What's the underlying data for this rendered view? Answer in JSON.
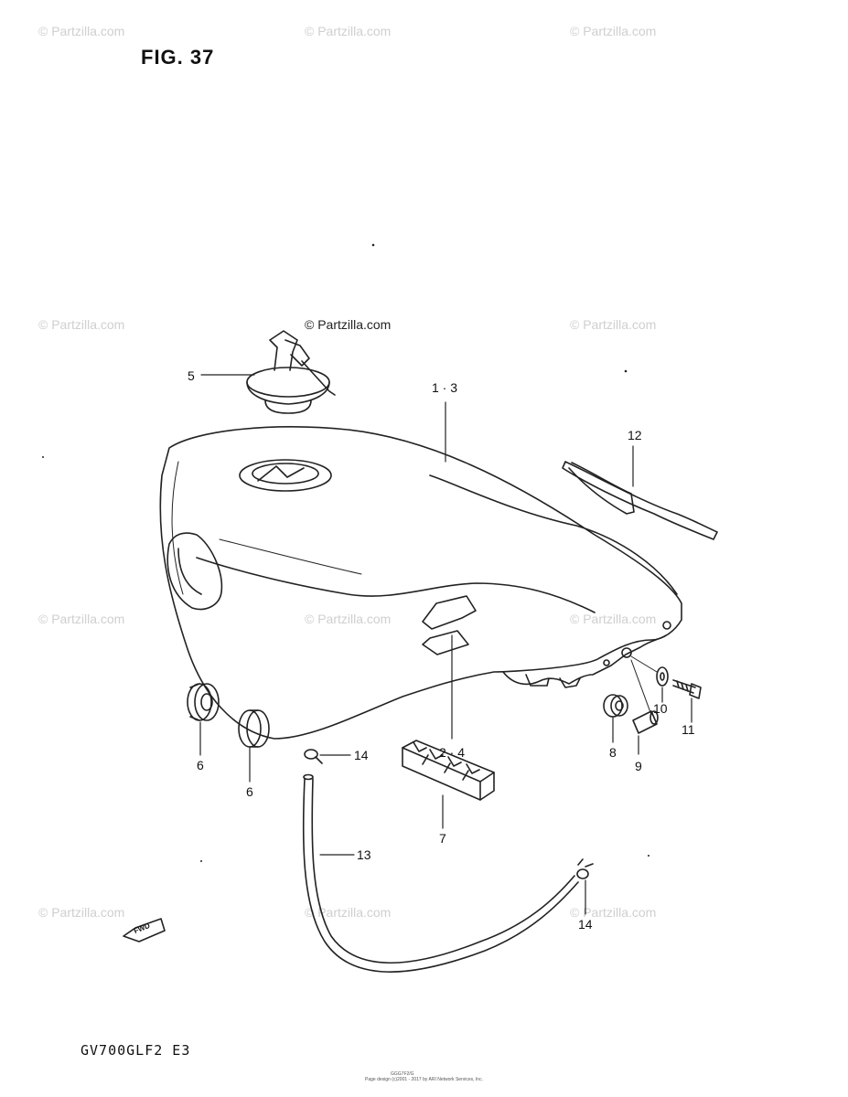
{
  "figure": {
    "title": "FIG. 37",
    "credit": "© Partzilla.com",
    "watermark_text": "© Partzilla.com",
    "model_code": "GV700GLF2  E3",
    "footer_line1": "GGG7F2/G",
    "footer_line2": "Page design (c)2001 - 2017 by ARI Network Services, Inc.",
    "fwd_label": "FWD"
  },
  "callouts": {
    "c1_3": "1 · 3",
    "c2_4": "2 · 4",
    "c5": "5",
    "c6a": "6",
    "c6b": "6",
    "c7": "7",
    "c8": "8",
    "c9": "9",
    "c10": "10",
    "c11": "11",
    "c12": "12",
    "c13": "13",
    "c14a": "14",
    "c14b": "14"
  },
  "colors": {
    "line": "#222222",
    "watermark": "#cfcfcf"
  }
}
